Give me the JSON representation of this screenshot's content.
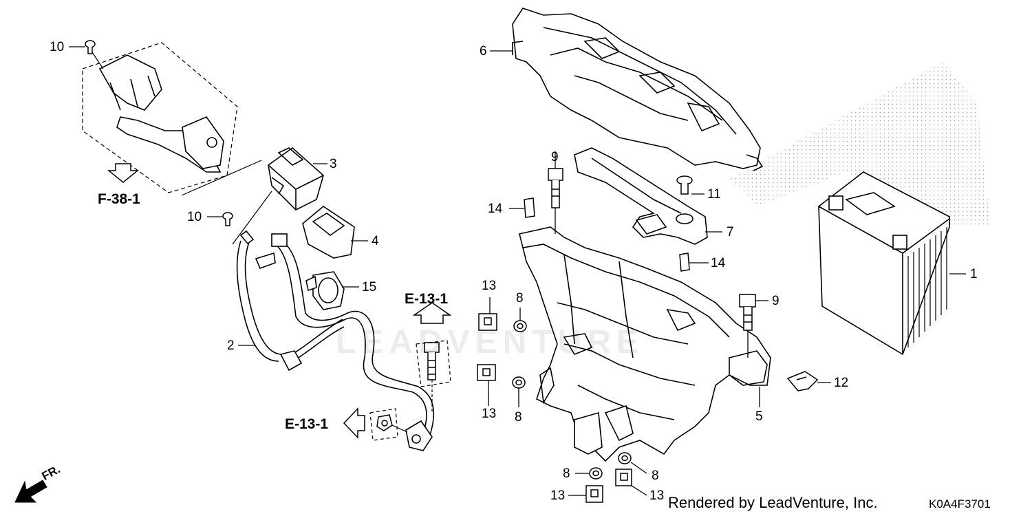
{
  "callouts": {
    "c1": "1",
    "c2": "2",
    "c3": "3",
    "c4": "4",
    "c5": "5",
    "c6": "6",
    "c7": "7",
    "c8a": "8",
    "c8b": "8",
    "c8c": "8",
    "c8d": "8",
    "c9a": "9",
    "c9b": "9",
    "c10a": "10",
    "c10b": "10",
    "c11": "11",
    "c12": "12",
    "c13a": "13",
    "c13b": "13",
    "c13c": "13",
    "c13d": "13",
    "c14a": "14",
    "c14b": "14",
    "c15": "15"
  },
  "references": {
    "f38": "F-38-1",
    "e13_top": "E-13-1",
    "e13_left": "E-13-1"
  },
  "direction": {
    "label": "FR."
  },
  "footer": {
    "rendered_by": "Rendered by LeadVenture, Inc.",
    "diagram_code": "K0A4F3701"
  },
  "watermark": {
    "text": "LEADVENTURE"
  },
  "colors": {
    "line": "#000000",
    "stipple": "#9a9a9a",
    "background": "#ffffff"
  }
}
